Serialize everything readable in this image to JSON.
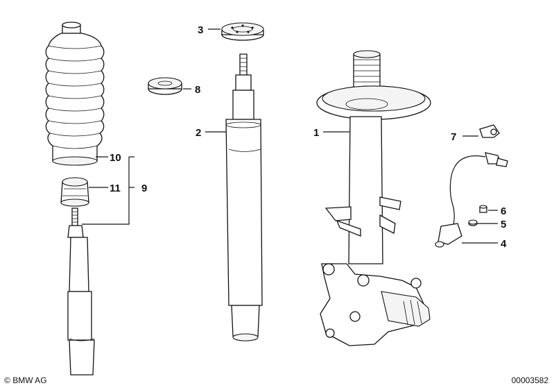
{
  "callouts": {
    "c1": "1",
    "c2": "2",
    "c3": "3",
    "c4": "4",
    "c5": "5",
    "c6": "6",
    "c7": "7",
    "c8": "8",
    "c9": "9",
    "c10": "10",
    "c11": "11"
  },
  "footer": {
    "copyright_symbol": "©",
    "copyright": "BMW AG",
    "doc_number": "00003582"
  }
}
